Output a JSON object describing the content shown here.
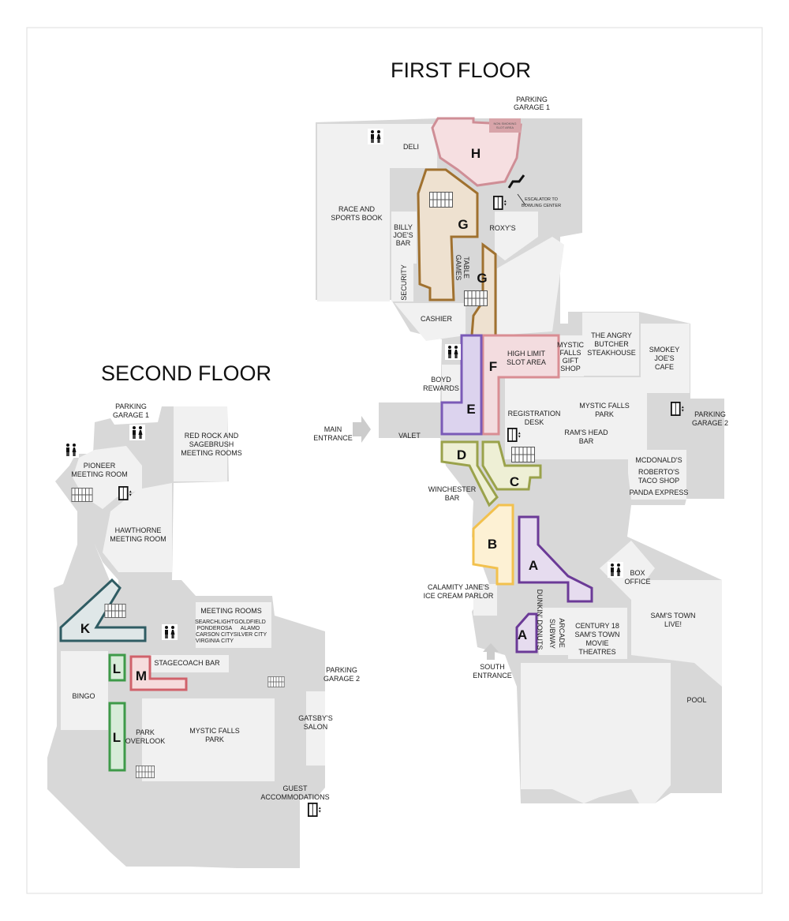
{
  "titles": {
    "first_floor": "FIRST FLOOR",
    "second_floor": "SECOND FLOOR"
  },
  "colors": {
    "A": "#6b3a97",
    "B": "#f2c14e",
    "C": "#9aa24b",
    "D": "#9aa24b",
    "E": "#7a5ab7",
    "F": "#d98d93",
    "G": "#a0712f",
    "H": "#cf8e96",
    "K": "#2f5c63",
    "L": "#3e9a49",
    "M": "#d0626b",
    "base": "#d8d8d8",
    "room": "#f1f1f1"
  },
  "zones": {
    "H": "H",
    "G1": "G",
    "G2": "G",
    "F": "F",
    "E": "E",
    "D": "D",
    "C": "C",
    "B": "B",
    "A1": "A",
    "A2": "A",
    "K": "K",
    "L1": "L",
    "L2": "L",
    "M": "M"
  },
  "first_floor": {
    "parking_garage_1": [
      "PARKING",
      "GARAGE 1"
    ],
    "non_smoking_slot": [
      "NON SMOKING",
      "SLOT AREA"
    ],
    "deli": "DELI",
    "escalator": [
      "ESCALATOR TO",
      "BOWLING CENTER"
    ],
    "race_sports": [
      "RACE AND",
      "SPORTS BOOK"
    ],
    "billy_joes": [
      "BILLY",
      "JOE'S",
      "BAR"
    ],
    "roxys": "ROXY'S",
    "table_games": [
      "TABLE",
      "GAMES"
    ],
    "security": "SECURITY",
    "cashier": "CASHIER",
    "high_limit": [
      "HIGH LIMIT",
      "SLOT AREA"
    ],
    "mystic_gift": [
      "MYSTIC",
      "FALLS",
      "GIFT",
      "SHOP"
    ],
    "angry_butcher": [
      "THE ANGRY",
      "BUTCHER",
      "STEAKHOUSE"
    ],
    "smokey_joes": [
      "SMOKEY",
      "JOE'S",
      "CAFE"
    ],
    "boyd_rewards": [
      "BOYD",
      "REWARDS"
    ],
    "main_entrance": [
      "MAIN",
      "ENTRANCE"
    ],
    "valet": "VALET",
    "registration": [
      "REGISTRATION",
      "DESK"
    ],
    "mystic_park": [
      "MYSTIC FALLS",
      "PARK"
    ],
    "rams_head": [
      "RAM'S HEAD",
      "BAR"
    ],
    "parking_garage_2": [
      "PARKING",
      "GARAGE 2"
    ],
    "mcdonalds": "MCDONALD'S",
    "robertos": [
      "ROBERTO'S",
      "TACO SHOP"
    ],
    "panda": "PANDA EXPRESS",
    "winchester": [
      "WINCHESTER",
      "BAR"
    ],
    "box_office": [
      "BOX",
      "OFFICE"
    ],
    "calamity": [
      "CALAMITY JANE'S",
      "ICE CREAM PARLOR"
    ],
    "dunkin": "DUNKIN' DONUTS",
    "subway": "SUBWAY",
    "arcade": "ARCADE",
    "century": [
      "CENTURY 18",
      "SAM'S TOWN",
      "MOVIE",
      "THEATRES"
    ],
    "sams_live": [
      "SAM'S TOWN",
      "LIVE!"
    ],
    "south_entrance": [
      "SOUTH",
      "ENTRANCE"
    ],
    "pool": "POOL"
  },
  "second_floor": {
    "parking_garage_1": [
      "PARKING",
      "GARAGE 1"
    ],
    "red_rock": [
      "RED ROCK AND",
      "SAGEBRUSH",
      "MEETING ROOMS"
    ],
    "pioneer": [
      "PIONEER",
      "MEETING ROOM"
    ],
    "hawthorne": [
      "HAWTHORNE",
      "MEETING ROOM"
    ],
    "meeting_rooms": "MEETING ROOMS",
    "meeting_rooms_left": [
      "SEARCHLIGHT",
      "PONDEROSA",
      "CARSON CITY",
      "VIRGINIA CITY"
    ],
    "meeting_rooms_right": [
      "GOLDFIELD",
      "ALAMO",
      "SILVER CITY"
    ],
    "stagecoach": "STAGECOACH BAR",
    "parking_garage_2": [
      "PARKING",
      "GARAGE 2"
    ],
    "bingo": "BINGO",
    "park_overlook": [
      "PARK",
      "OVERLOOK"
    ],
    "mystic_park": [
      "MYSTIC FALLS",
      "PARK"
    ],
    "gatsbys": [
      "GATSBY'S",
      "SALON"
    ],
    "guest_accommodations": [
      "GUEST",
      "ACCOMMODATIONS"
    ]
  }
}
